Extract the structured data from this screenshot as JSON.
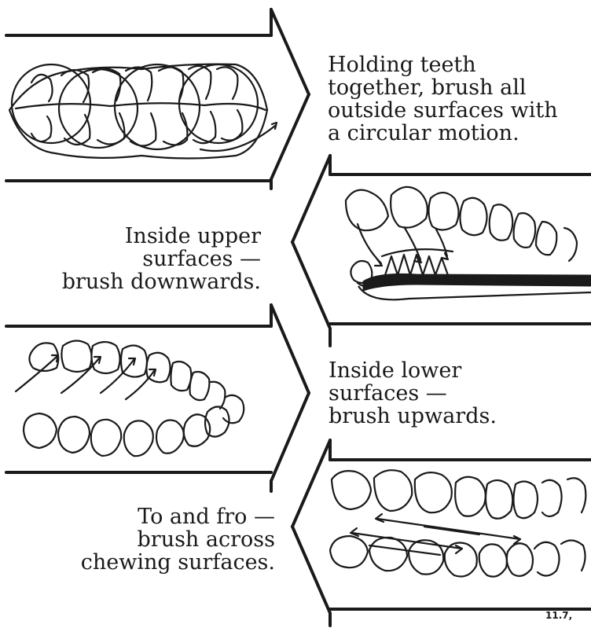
{
  "captions": {
    "step1": "Holding teeth\ntogether, brush all\noutside surfaces with\na circular motion.",
    "step2": "Inside upper\nsurfaces —\nbrush downwards.",
    "step3": "Inside lower\nsurfaces —\nbrush upwards.",
    "step4": "To and fro —\nbrush across\nchewing surfaces."
  },
  "figure_code": "11.7,",
  "ink_color": "#1a1a1a"
}
